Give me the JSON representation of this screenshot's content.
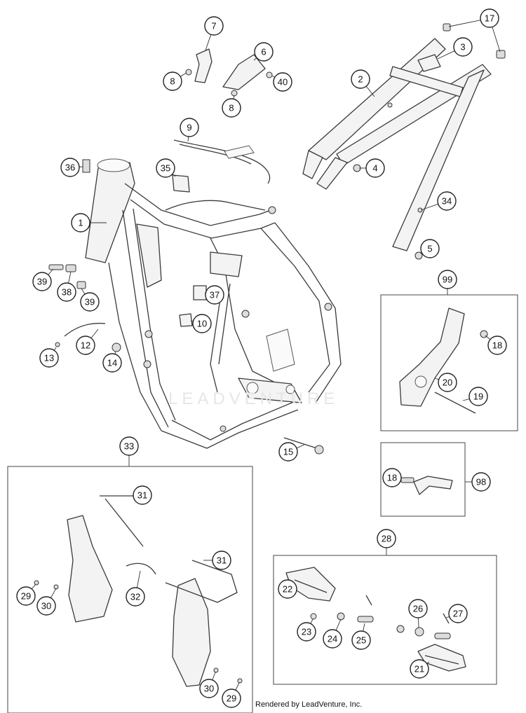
{
  "footer_text": "Rendered by LeadVenture, Inc.",
  "watermark_text": "LEADVENTURE",
  "callouts": [
    {
      "key": "c1",
      "label": "1"
    },
    {
      "key": "c2",
      "label": "2"
    },
    {
      "key": "c3",
      "label": "3"
    },
    {
      "key": "c4",
      "label": "4"
    },
    {
      "key": "c5",
      "label": "5"
    },
    {
      "key": "c6",
      "label": "6"
    },
    {
      "key": "c7",
      "label": "7"
    },
    {
      "key": "c8a",
      "label": "8"
    },
    {
      "key": "c8b",
      "label": "8"
    },
    {
      "key": "c9",
      "label": "9"
    },
    {
      "key": "c10",
      "label": "10"
    },
    {
      "key": "c12",
      "label": "12"
    },
    {
      "key": "c13",
      "label": "13"
    },
    {
      "key": "c14",
      "label": "14"
    },
    {
      "key": "c15",
      "label": "15"
    },
    {
      "key": "c17",
      "label": "17"
    },
    {
      "key": "c18a",
      "label": "18"
    },
    {
      "key": "c18b",
      "label": "18"
    },
    {
      "key": "c19",
      "label": "19"
    },
    {
      "key": "c20",
      "label": "20"
    },
    {
      "key": "c21",
      "label": "21"
    },
    {
      "key": "c22",
      "label": "22"
    },
    {
      "key": "c23",
      "label": "23"
    },
    {
      "key": "c24",
      "label": "24"
    },
    {
      "key": "c25",
      "label": "25"
    },
    {
      "key": "c26",
      "label": "26"
    },
    {
      "key": "c27",
      "label": "27"
    },
    {
      "key": "c28",
      "label": "28"
    },
    {
      "key": "c29a",
      "label": "29"
    },
    {
      "key": "c29b",
      "label": "29"
    },
    {
      "key": "c30a",
      "label": "30"
    },
    {
      "key": "c30b",
      "label": "30"
    },
    {
      "key": "c31a",
      "label": "31"
    },
    {
      "key": "c31b",
      "label": "31"
    },
    {
      "key": "c32",
      "label": "32"
    },
    {
      "key": "c33",
      "label": "33"
    },
    {
      "key": "c34",
      "label": "34"
    },
    {
      "key": "c35",
      "label": "35"
    },
    {
      "key": "c36",
      "label": "36"
    },
    {
      "key": "c37",
      "label": "37"
    },
    {
      "key": "c38",
      "label": "38"
    },
    {
      "key": "c39a",
      "label": "39"
    },
    {
      "key": "c39b",
      "label": "39"
    },
    {
      "key": "c40",
      "label": "40"
    },
    {
      "key": "c98",
      "label": "98"
    },
    {
      "key": "c99",
      "label": "99"
    }
  ]
}
